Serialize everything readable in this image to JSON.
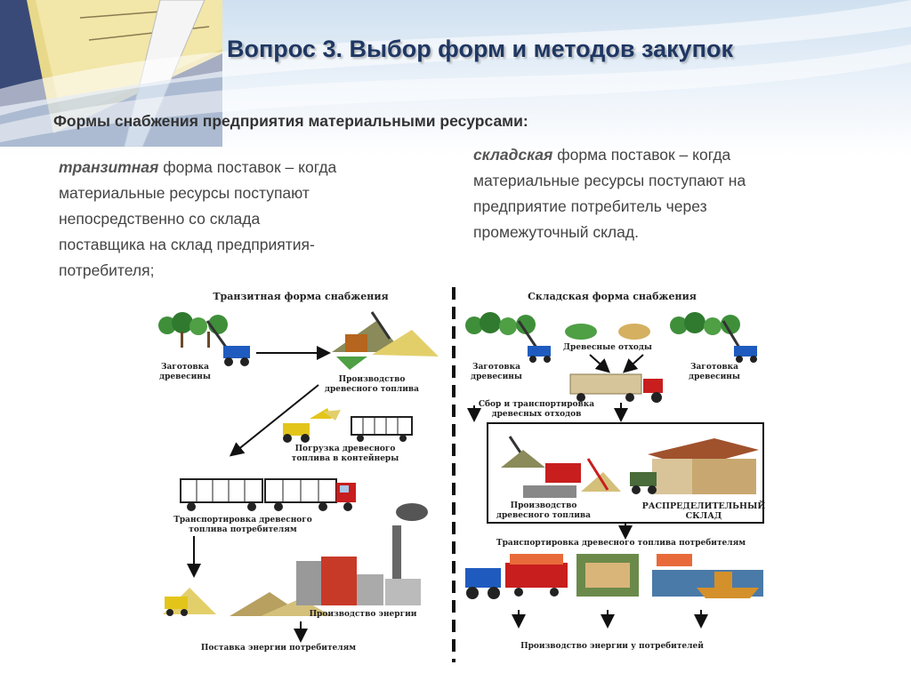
{
  "slide": {
    "title": "Вопрос 3. Выбор форм и методов закупок",
    "subtitle": "Формы снабжения предприятия материальными ресурсами:",
    "transit": {
      "term": "транзитная",
      "lines": [
        " форма поставок – когда",
        "материальные ресурсы поступают",
        "непосредственно со склада",
        "поставщика на склад предприятия-",
        "потребителя;"
      ]
    },
    "warehouse": {
      "term": "складская",
      "lines": [
        " форма поставок – когда",
        "материальные ресурсы поступают на",
        "предприятие потребитель через",
        "промежуточный склад."
      ]
    }
  },
  "diagram": {
    "left": {
      "heading": "Транзитная форма снабжения",
      "harvest": [
        "Заготовка",
        "древесины"
      ],
      "production": [
        "Производство",
        "древесного топлива"
      ],
      "loading": [
        "Погрузка древесного",
        "топлива в контейнеры"
      ],
      "transport": [
        "Транспортировка древесного",
        "топлива потребителям"
      ],
      "energy": "Производство энергии",
      "delivery": "Поставка энергии потребителям"
    },
    "right": {
      "heading": "Складская форма снабжения",
      "waste": "Древесные отходы",
      "harvest_left": [
        "Заготовка",
        "древесины"
      ],
      "harvest_right": [
        "Заготовка",
        "древесины"
      ],
      "collection": [
        "Сбор и транспортировка",
        "древесных отходов"
      ],
      "production": [
        "Производство",
        "древесного топлива"
      ],
      "distribution": [
        "РАСПРЕДЕЛИТЕЛЬНЫЙ",
        "СКЛАД"
      ],
      "transport": "Транспортировка древесного топлива потребителям",
      "energy": "Производство энергии у потребителей"
    }
  },
  "colors": {
    "title": "#1f3763",
    "body_text": "#444444",
    "tractor_blue": "#1f5bbf",
    "truck_red": "#c81e1e",
    "forest_green": "#3f8f3a",
    "loader_yellow": "#e3c51a"
  }
}
